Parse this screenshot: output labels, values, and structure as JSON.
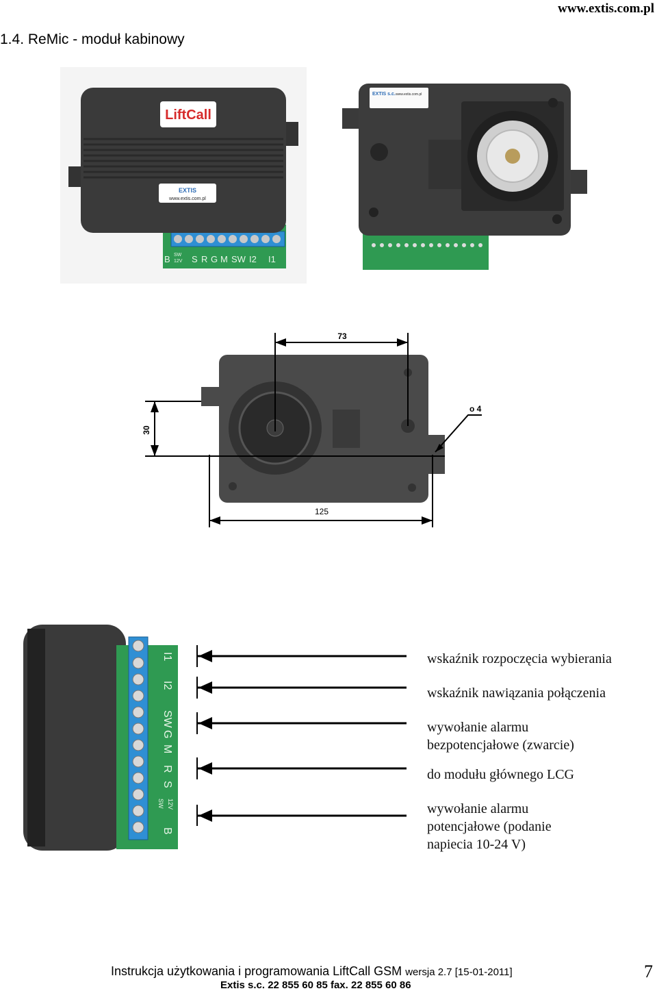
{
  "header": {
    "site": "www.extis.com.pl",
    "section_title": "1.4. ReMic - moduł kabinowy"
  },
  "photos": {
    "top_left": {
      "brand_logo": "LiftCall",
      "label_brand": "EXTIS",
      "label_url": "www.extis.com.pl",
      "terminals": [
        "B",
        "SW",
        "12V",
        "S",
        "R",
        "G",
        "M",
        "SW",
        "I2",
        "I1"
      ]
    },
    "top_right": {
      "label_brand": "EXTIS s.c.",
      "label_url": "www.extis.com.pl"
    }
  },
  "drawing": {
    "dim_width_top": "73",
    "dim_hole": "o 4",
    "dim_height": "30",
    "dim_width_bottom": "125"
  },
  "connections": {
    "terminals": [
      "I1",
      "I2",
      "SW",
      "G",
      "M",
      "R",
      "S",
      "12V",
      "SW",
      "B"
    ],
    "labels": [
      "wskaźnik rozpoczęcia wybierania",
      "wskaźnik nawiązania połączenia",
      "wywołanie alarmu",
      "bezpotencjałowe (zwarcie)",
      "do modułu głównego LCG",
      "wywołanie alarmu",
      "potencjałowe (podanie",
      "napiecia 10-24 V)"
    ]
  },
  "footer": {
    "manual_title": "Instrukcja użytkowania i programowania LiftCall GSM",
    "version": "wersja 2.7 [15-01-2011]",
    "contact": "Extis s.c. 22 855 60 85 fax. 22 855 60 86",
    "page_number": "7"
  },
  "colors": {
    "pcb_green": "#2f9a52",
    "terminal_blue": "#2f8fd4",
    "housing_dark": "#3a3a3a"
  }
}
